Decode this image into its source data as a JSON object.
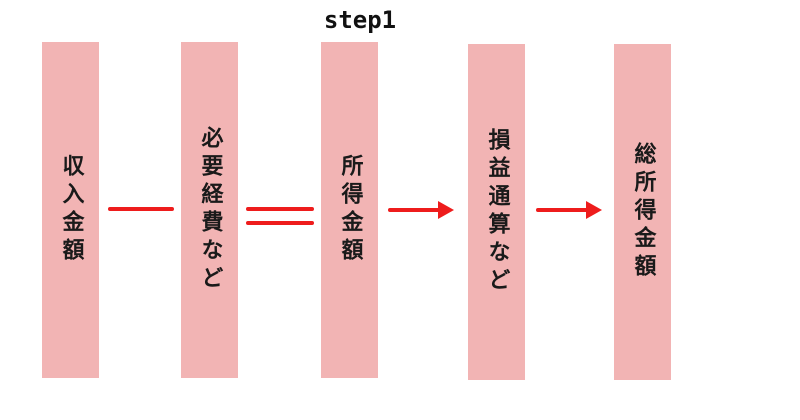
{
  "step_title": "step1",
  "boxes": [
    {
      "label": "収入金額"
    },
    {
      "label": "必要経費など"
    },
    {
      "label": "所得金額"
    },
    {
      "label": "損益通算など"
    },
    {
      "label": "総所得金額"
    }
  ],
  "colors": {
    "box_fill": "#f2b4b4",
    "operator": "#ee1c1c",
    "text": "#1a1a1a"
  },
  "operators": [
    "minus-icon",
    "equals-icon",
    "arrow-right-icon",
    "arrow-right-icon"
  ]
}
